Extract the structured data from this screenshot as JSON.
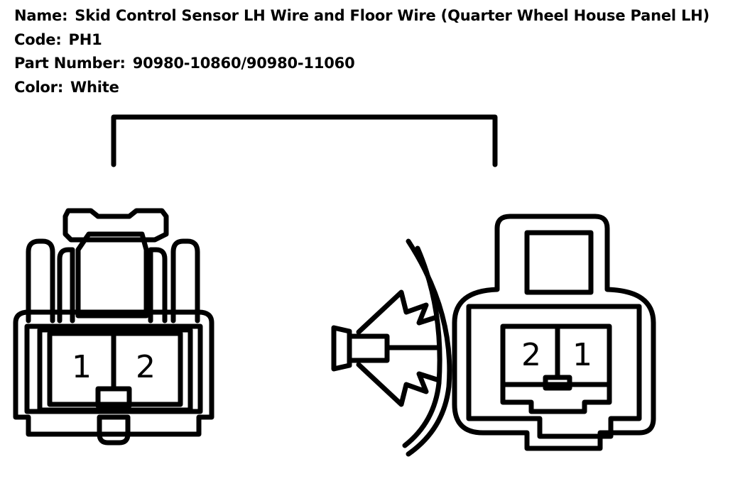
{
  "info": {
    "name_label": "Name:",
    "name_value": "Skid Control Sensor LH Wire and Floor Wire (Quarter Wheel House Panel LH)",
    "code_label": "Code:",
    "code_value": "PH1",
    "part_label": "Part Number:",
    "part_value": "90980-10860/90980-11060",
    "color_label": "Color:",
    "color_value": "White"
  },
  "connectors": {
    "left": {
      "pins": [
        "1",
        "2"
      ]
    },
    "right": {
      "pins": [
        "2",
        "1"
      ]
    }
  }
}
